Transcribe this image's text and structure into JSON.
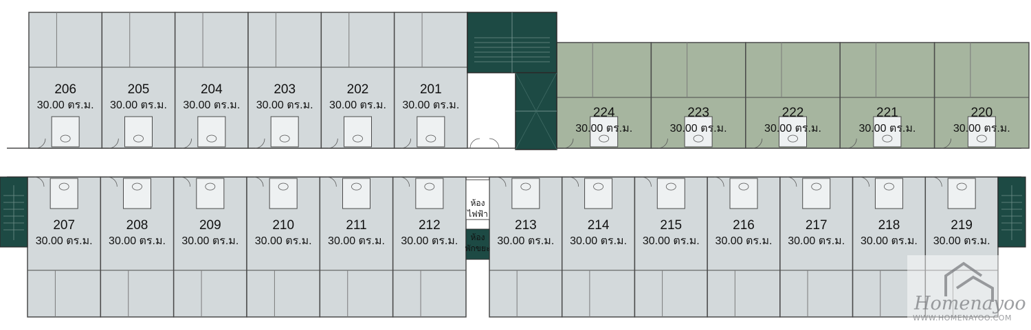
{
  "colors": {
    "standard_unit_fill": "#d3d9db",
    "highlight_unit_fill": "#a6b59f",
    "stair_fill": "#1d4a44",
    "wall": "#4a4a4a",
    "corridor": "#ffffff"
  },
  "units_top_left": [
    {
      "num": "206",
      "area": "30.00 ตร.ม."
    },
    {
      "num": "205",
      "area": "30.00 ตร.ม."
    },
    {
      "num": "204",
      "area": "30.00 ตร.ม."
    },
    {
      "num": "203",
      "area": "30.00 ตร.ม."
    },
    {
      "num": "202",
      "area": "30.00 ตร.ม."
    },
    {
      "num": "201",
      "area": "30.00 ตร.ม."
    }
  ],
  "units_top_right": [
    {
      "num": "224",
      "area": "30.00 ตร.ม."
    },
    {
      "num": "223",
      "area": "30.00 ตร.ม."
    },
    {
      "num": "222",
      "area": "30.00 ตร.ม."
    },
    {
      "num": "221",
      "area": "30.00 ตร.ม."
    },
    {
      "num": "220",
      "area": "30.00 ตร.ม."
    }
  ],
  "units_bottom_left": [
    {
      "num": "207",
      "area": "30.00 ตร.ม."
    },
    {
      "num": "208",
      "area": "30.00 ตร.ม."
    },
    {
      "num": "209",
      "area": "30.00 ตร.ม."
    },
    {
      "num": "210",
      "area": "30.00 ตร.ม."
    },
    {
      "num": "211",
      "area": "30.00 ตร.ม."
    },
    {
      "num": "212",
      "area": "30.00 ตร.ม."
    }
  ],
  "units_bottom_right": [
    {
      "num": "213",
      "area": "30.00 ตร.ม."
    },
    {
      "num": "214",
      "area": "30.00 ตร.ม."
    },
    {
      "num": "215",
      "area": "30.00 ตร.ม."
    },
    {
      "num": "216",
      "area": "30.00 ตร.ม."
    },
    {
      "num": "217",
      "area": "30.00 ตร.ม."
    },
    {
      "num": "218",
      "area": "30.00 ตร.ม."
    },
    {
      "num": "219",
      "area": "30.00 ตร.ม."
    }
  ],
  "electric_room": {
    "line1": "ห้อง",
    "line2": "ไฟฟ้า"
  },
  "garbage_room": {
    "line1": "ห้อง",
    "line2": "พักขยะ"
  },
  "watermark": {
    "brand": "Homenayoo",
    "url": "WWW.HOMENAYOO.COM",
    "icon": "house-logo-icon"
  }
}
